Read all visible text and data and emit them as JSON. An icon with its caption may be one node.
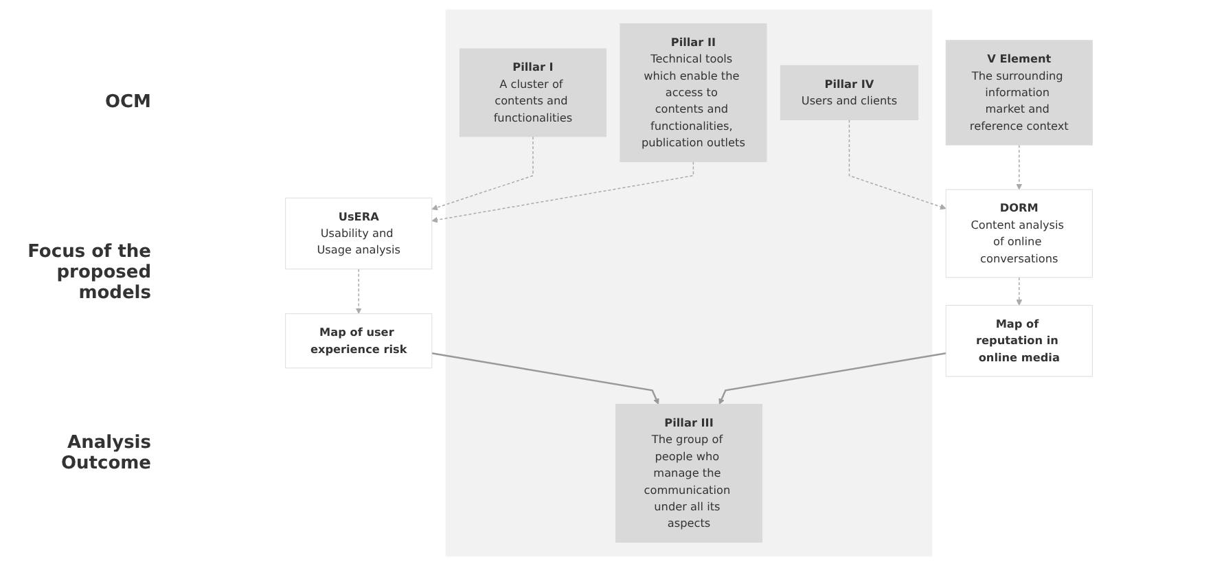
{
  "diagram": {
    "nodes": [
      {
        "text": [],
        "shape": "box"
      },
      {
        "text": [
          "Pillar I",
          "A cluster of contents and functionalities"
        ],
        "in": 0
      },
      {
        "text": [
          "Pillar II",
          "Technical tools which enable the access to contents and functionalities, publication outlets"
        ],
        "in": 0
      },
      {
        "text": [
          "Pillar III",
          "The group of people who manage the communication under all its aspects"
        ],
        "in": 0
      },
      {
        "text": [
          "Pillar IV",
          "Users and clients"
        ],
        "in": 0
      },
      {
        "text": [
          "V Element",
          "The surrounding information market and reference context"
        ]
      },
      {
        "text": [
          "UsERA",
          "Usability and Usage analysis"
        ]
      },
      {
        "text": [
          "DORM",
          "Content analysis of online conversations"
        ]
      },
      {
        "text": [
          "Map of user experience risk"
        ]
      },
      {
        "text": [
          "Map of reputation in online media"
        ]
      }
    ],
    "edges": [
      {
        "from": 1,
        "to": 6,
        "arrow": "to",
        "style": "dashed"
      },
      {
        "from": 2,
        "to": 6,
        "arrow": "to",
        "style": "dashed"
      },
      {
        "from": 4,
        "to": 7,
        "arrow": "to",
        "style": "dashed"
      },
      {
        "from": 5,
        "to": 7,
        "arrow": "to",
        "style": "dashed"
      },
      {
        "from": 6,
        "to": 8,
        "arrow": "to",
        "style": "dashed"
      },
      {
        "from": 7,
        "to": 9,
        "arrow": "to",
        "style": "dashed"
      },
      {
        "from": 8,
        "to": 3,
        "arrow": "to"
      },
      {
        "from": 9,
        "to": 3,
        "arrow": "to"
      }
    ],
    "labels": [
      "OCM",
      "Focus of the proposed models",
      "Analysis Outcome"
    ]
  }
}
